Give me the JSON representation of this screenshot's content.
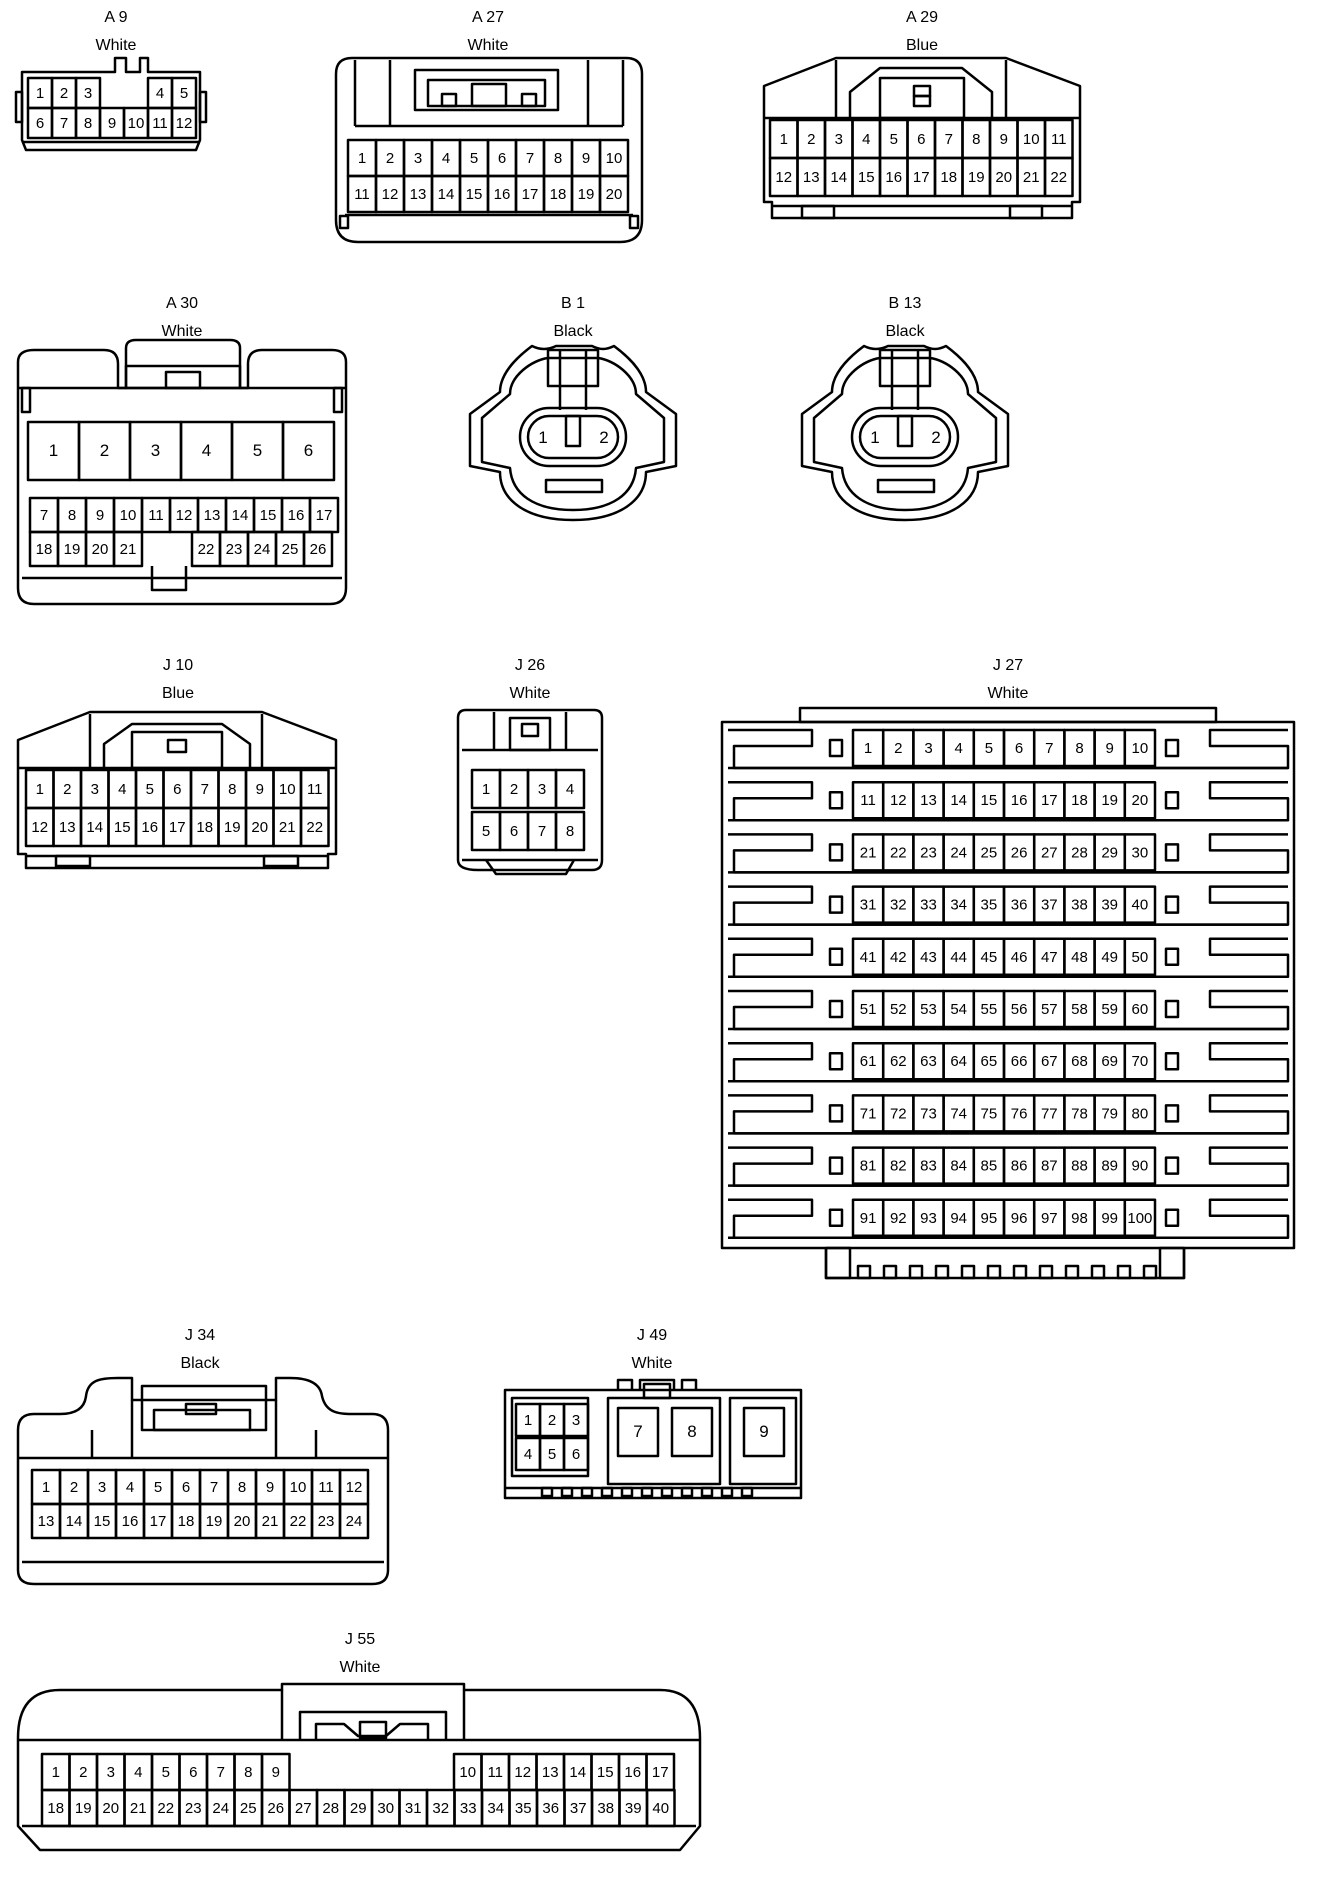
{
  "connectors": [
    {
      "id": "A9",
      "label": "A 9",
      "color": "White"
    },
    {
      "id": "A27",
      "label": "A 27",
      "color": "White"
    },
    {
      "id": "A29",
      "label": "A 29",
      "color": "Blue"
    },
    {
      "id": "A30",
      "label": "A 30",
      "color": "White"
    },
    {
      "id": "B1",
      "label": "B 1",
      "color": "Black"
    },
    {
      "id": "B13",
      "label": "B 13",
      "color": "Black"
    },
    {
      "id": "J10",
      "label": "J 10",
      "color": "Blue"
    },
    {
      "id": "J26",
      "label": "J 26",
      "color": "White"
    },
    {
      "id": "J27",
      "label": "J 27",
      "color": "White"
    },
    {
      "id": "J34",
      "label": "J 34",
      "color": "Black"
    },
    {
      "id": "J49",
      "label": "J 49",
      "color": "White"
    },
    {
      "id": "J55",
      "label": "J 55",
      "color": "White"
    }
  ],
  "line_color": "#000000",
  "background": "#ffffff"
}
